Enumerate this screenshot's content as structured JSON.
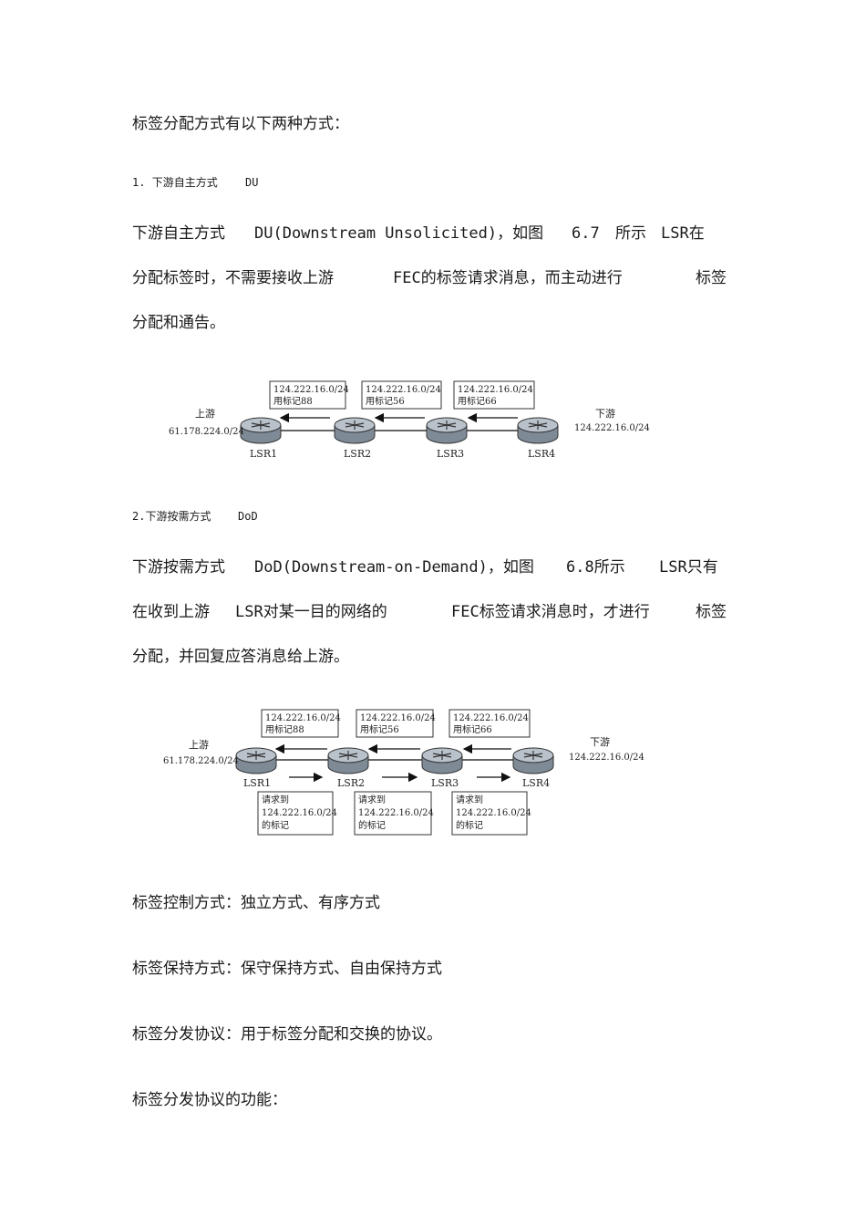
{
  "intro": "标签分配方式有以下两种方式：",
  "du": {
    "heading_num": "1.",
    "heading_text": "下游自主方式",
    "heading_code": "DU",
    "p1_a": "下游自主方式",
    "p1_b": "DU(Downstream Unsolicited)，如图",
    "p1_c": "6.7",
    "p1_d": "所示",
    "p1_e": "LSR在",
    "p2_a": "分配标签时，不需要接收上游",
    "p2_b": "FEC的标签请求消息，而主动进行",
    "p2_c": "标签",
    "p3": "分配和通告。"
  },
  "dod": {
    "heading_num": "2.",
    "heading_text": "下游按需方式",
    "heading_code": "DoD",
    "p1_a": "下游按需方式",
    "p1_b": "DoD(Downstream-on-Demand)，如图",
    "p1_c": "6.8所示",
    "p1_d": "LSR只有",
    "p2_a": "在收到上游",
    "p2_b": "LSR对某一目的网络的",
    "p2_c": "FEC标签请求消息时，才进行",
    "p2_d": "标签",
    "p3": "分配，并回复应答消息给上游。"
  },
  "fig1": {
    "upstream_label": "上游",
    "upstream_net": "61.178.224.0/24",
    "downstream_label": "下游",
    "downstream_net": "124.222.16.0/24",
    "routers": [
      "LSR1",
      "LSR2",
      "LSR3",
      "LSR4"
    ],
    "label_boxes": [
      {
        "line1": "124.222.16.0/24",
        "line2": "用标记88"
      },
      {
        "line1": "124.222.16.0/24",
        "line2": "用标记56"
      },
      {
        "line1": "124.222.16.0/24",
        "line2": "用标记66"
      }
    ]
  },
  "fig2": {
    "upstream_label": "上游",
    "upstream_net": "61.178.224.0/24",
    "downstream_label": "下游",
    "downstream_net": "124.222.16.0/24",
    "routers": [
      "LSR1",
      "LSR2",
      "LSR3",
      "LSR4"
    ],
    "label_boxes": [
      {
        "line1": "124.222.16.0/24",
        "line2": "用标记88"
      },
      {
        "line1": "124.222.16.0/24",
        "line2": "用标记56"
      },
      {
        "line1": "124.222.16.0/24",
        "line2": "用标记66"
      }
    ],
    "request_boxes": [
      {
        "line1": "请求到",
        "line2": "124.222.16.0/24",
        "line3": "的标记"
      },
      {
        "line1": "请求到",
        "line2": "124.222.16.0/24",
        "line3": "的标记"
      },
      {
        "line1": "请求到",
        "line2": "124.222.16.0/24",
        "line3": "的标记"
      }
    ]
  },
  "tail": [
    "标签控制方式：独立方式、有序方式",
    "标签保持方式：保守保持方式、自由保持方式",
    "标签分发协议：用于标签分配和交换的协议。",
    "标签分发协议的功能："
  ]
}
